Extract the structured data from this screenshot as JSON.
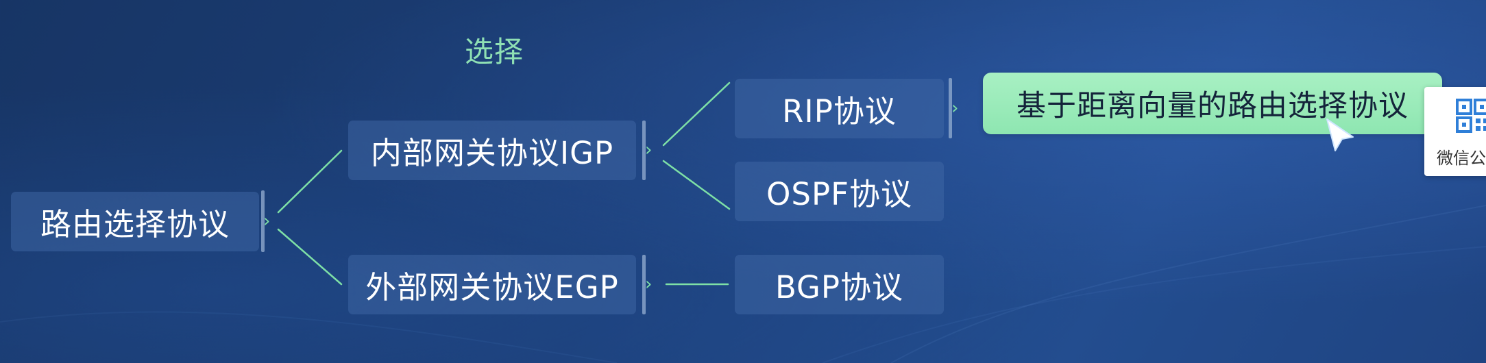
{
  "title": "选择",
  "nodes": {
    "root": "路由选择协议",
    "igp": "内部网关协议IGP",
    "egp": "外部网关协议EGP",
    "rip": "RIP协议",
    "ospf": "OSPF协议",
    "bgp": "BGP协议"
  },
  "highlight": "基于距离向量的路由选择协议",
  "overlay": {
    "wechat_text": "微信公"
  },
  "colors": {
    "background": "#1c3f78",
    "node_fill": "#4068a5",
    "connector": "#7ee0a6",
    "highlight_fill": "#a8f0c3",
    "title": "#8fe0b4"
  },
  "icons": [
    "chevron-right-icon",
    "qr-code-icon",
    "mouse-cursor-icon"
  ]
}
